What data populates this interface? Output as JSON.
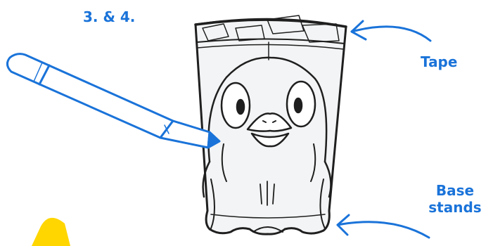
{
  "labels": {
    "step": "3. & 4.",
    "tape": "Tape",
    "base_line1": "Base",
    "base_line2": "stands"
  },
  "colors": {
    "accent": "#1a73d9",
    "outline": "#1f1f1f",
    "cup_fill": "#f3f4f5",
    "yellow_corner": "#ffd600"
  },
  "icons": [
    "marker-pen-icon",
    "cup-illustration",
    "penguin-drawing",
    "arrow-tape-icon",
    "arrow-base-icon"
  ]
}
